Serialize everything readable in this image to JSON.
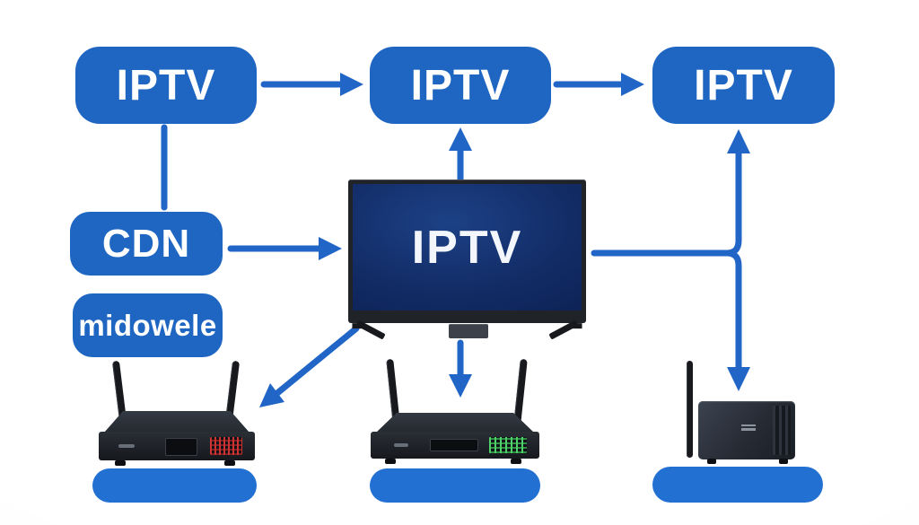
{
  "diagram_title": "IPTV distribution diagram",
  "colors": {
    "box_blue": "#1e66c1",
    "arrow_blue": "#2166c6",
    "pill_blue": "#2270d2",
    "box_text": "#ffffff",
    "tv_frame": "#202327",
    "tv_screen_dark": "#0a1c4a",
    "tv_screen_light": "#1d4186",
    "device_dark": "#1d2026"
  },
  "top_row": {
    "boxes": [
      {
        "label": "IPTV"
      },
      {
        "label": "IPTV"
      },
      {
        "label": "IPTV"
      }
    ]
  },
  "left_column": {
    "cdn": {
      "label": "CDN"
    },
    "brand": {
      "label": "midowele"
    }
  },
  "tv": {
    "screen_label": "IPTV"
  },
  "bottom_row": {
    "devices": [
      {
        "icon": "set-top-box-two-antennas-icon"
      },
      {
        "icon": "set-top-box-two-antennas-display-icon"
      },
      {
        "icon": "router-one-antenna-icon"
      }
    ],
    "pills": [
      {},
      {},
      {}
    ]
  }
}
